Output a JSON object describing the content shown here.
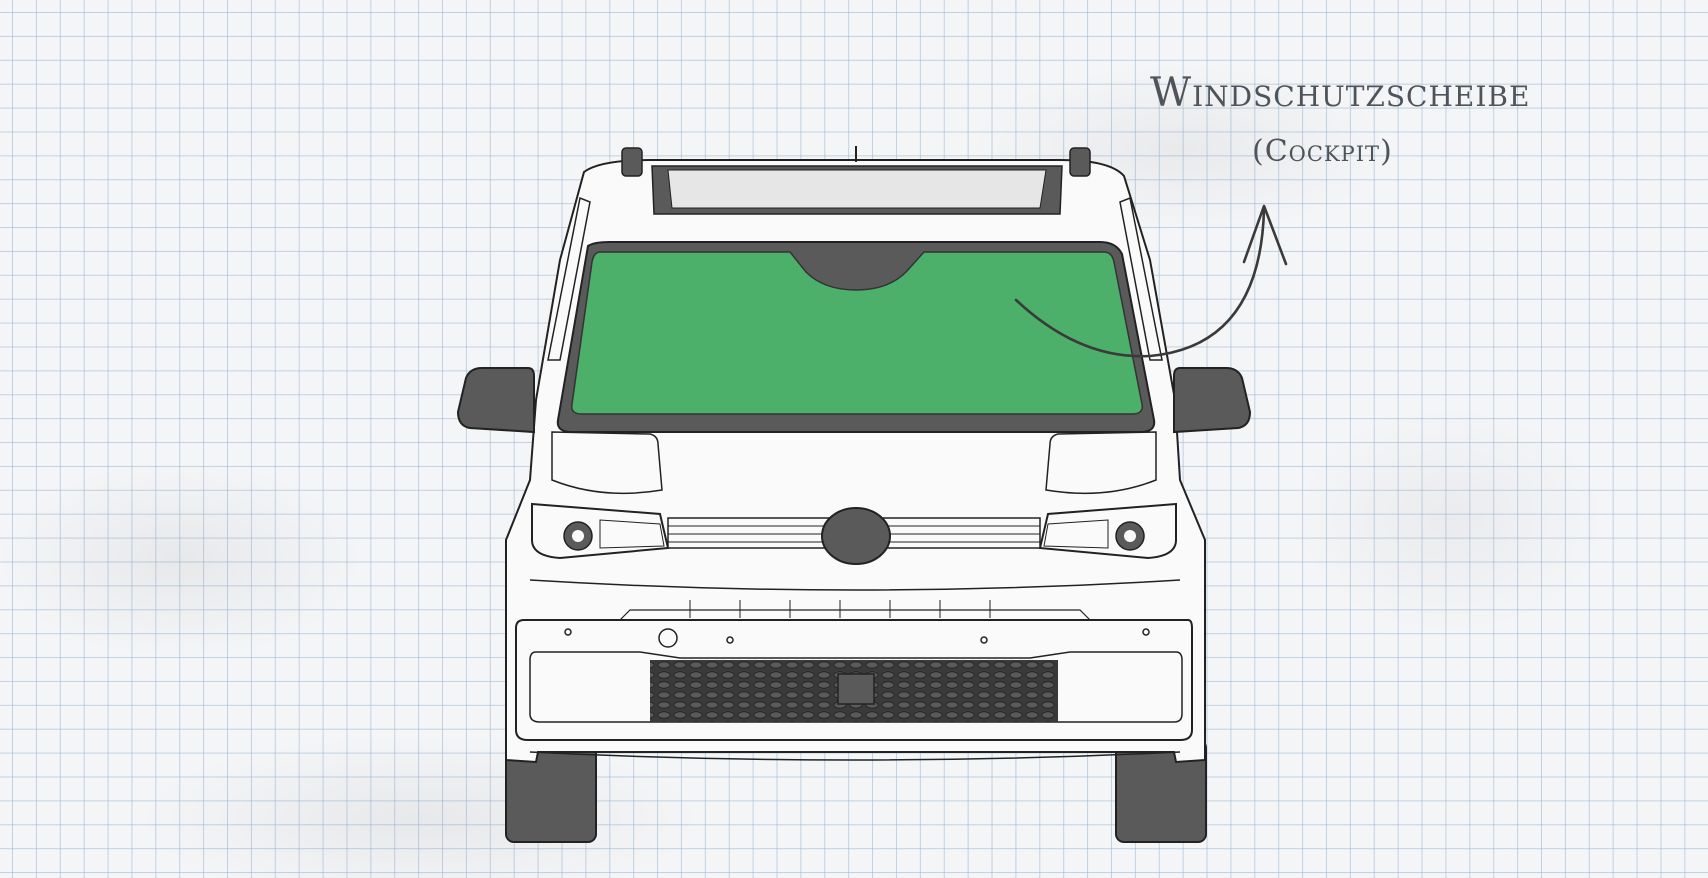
{
  "annotation": {
    "title": "Windschutzscheibe",
    "subtitle": "(Cockpit)"
  },
  "colors": {
    "highlight": "#4caf6a",
    "body_outline": "#222222",
    "dark_parts": "#5a5a5a",
    "ink": "#4f535a"
  },
  "highlighted_part": "windshield"
}
